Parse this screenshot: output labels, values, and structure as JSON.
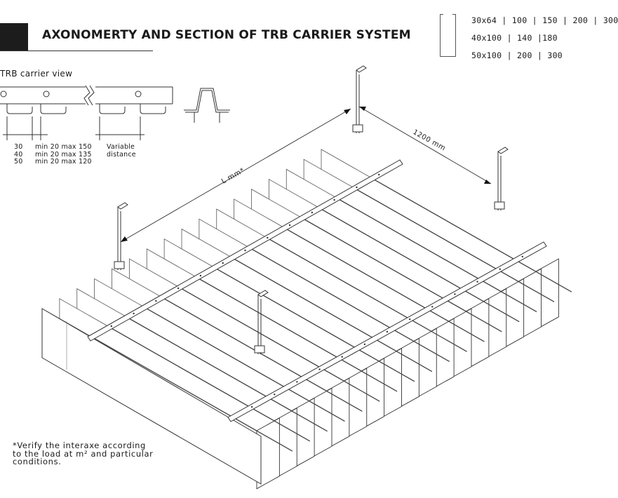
{
  "header": {
    "title": "AXONOMERTY AND SECTION OF TRB CARRIER SYSTEM"
  },
  "profile_sizes": [
    "30x64 | 100 | 150 | 200 | 300",
    "40x100 | 140 |180",
    "50x100 | 200 | 300"
  ],
  "carrier_view": {
    "label": "TRB carrier view",
    "thickness": [
      "30",
      "40",
      "50"
    ],
    "spacing": [
      "min 20 max 150",
      "min 20 max 135",
      "min 20 max 120"
    ],
    "variable_line1": "Variable",
    "variable_line2": "distance"
  },
  "dimensions": {
    "length_label": "L mm*",
    "spacing_label": "1200 mm"
  },
  "footnote": {
    "lines": [
      "*Verify the interaxe according",
      "to the load at m² and particular",
      "conditions."
    ]
  }
}
